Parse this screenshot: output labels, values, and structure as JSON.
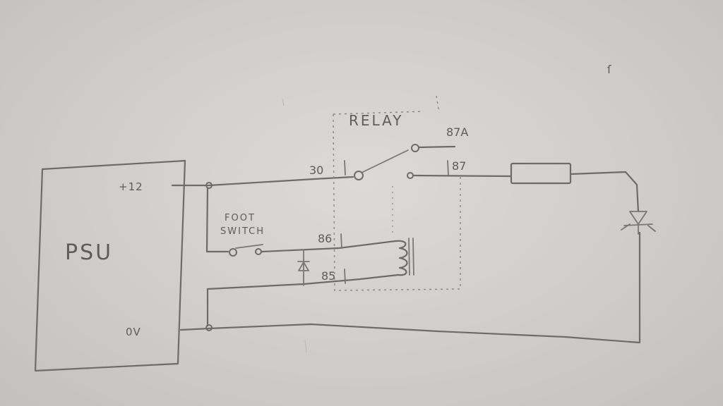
{
  "diagram": {
    "psu_label": "PSU",
    "plus_rail_label": "+12",
    "zero_rail_label": "0V",
    "relay_label": "RELAY",
    "pin_30": "30",
    "pin_87a": "87A",
    "pin_87": "87",
    "pin_86": "86",
    "pin_85": "85",
    "foot_switch_line1": "FOOT",
    "foot_switch_line2": "SWITCH",
    "stray_mark": "ſ"
  }
}
